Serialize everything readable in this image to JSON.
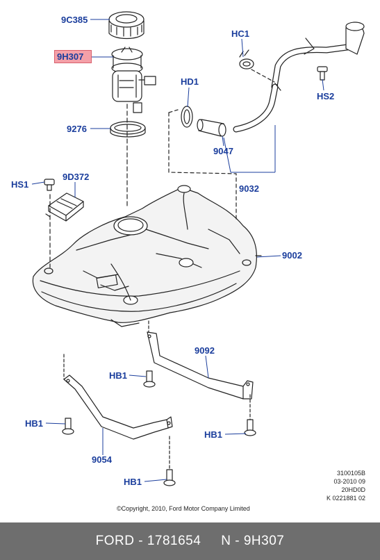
{
  "labels": {
    "filler_cap": "9C385",
    "fuel_pump": "9H307",
    "seal_ring": "9276",
    "hose_clamp": "HC1",
    "screw_hs2": "HS2",
    "hose_clamp_hd1": "HD1",
    "filler_hose": "9047",
    "filler_pipe": "9032",
    "screw_hs1": "HS1",
    "module": "9D372",
    "tank": "9002",
    "strap_right": "9092",
    "bolt_hb1_a": "HB1",
    "bolt_hb1_b": "HB1",
    "bolt_hb1_c": "HB1",
    "bolt_hb1_d": "HB1",
    "strap_left": "9054"
  },
  "meta": {
    "line1": "3100105B",
    "line2": "03-2010 09",
    "line3": "20HD0D",
    "line4": "K 0221881 02"
  },
  "copyright": "©Copyright, 2010, Ford Motor Company Limited",
  "footer": {
    "part": "FORD - 1781654",
    "number": "N - 9H307"
  },
  "colors": {
    "label": "#1a3d9c",
    "highlight": "#f4a0a8",
    "footer_bg": "#6e6e6e"
  }
}
